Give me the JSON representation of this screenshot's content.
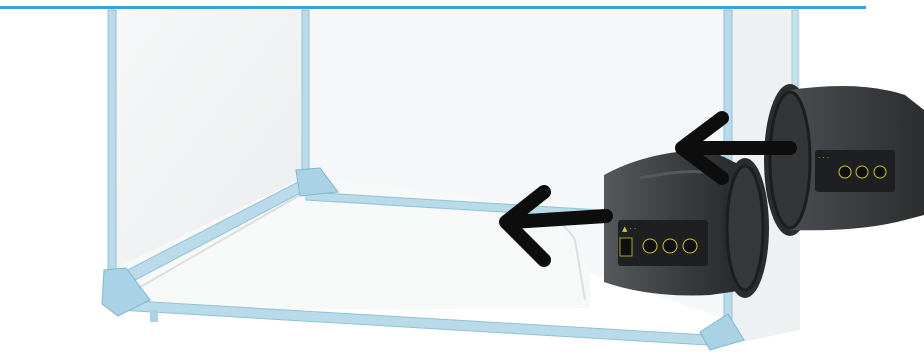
{
  "figure": {
    "header_rule_color": "#3aa3d8",
    "frame_color": "#b9dbe9",
    "panel_color": "#eef1f2",
    "fan_body_color": "#3c3f42",
    "fan_panel_color": "#1d1f20",
    "fan_label_color": "#d4c42a",
    "arrow_color": "#0d0d0d",
    "elements": [
      "grow-tent-frame",
      "inline-fan-front",
      "inline-fan-rear",
      "airflow-arrow-front",
      "airflow-arrow-rear"
    ]
  }
}
